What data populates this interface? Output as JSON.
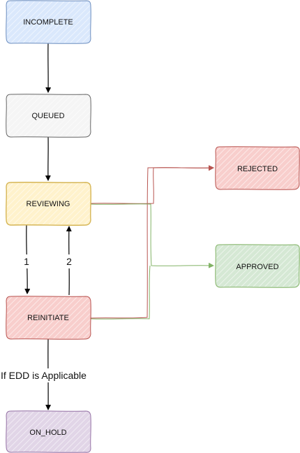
{
  "diagram": {
    "nodes": {
      "incomplete": {
        "label": "INCOMPLETE",
        "fill": "#dae8fc",
        "stroke": "#6c8ebf"
      },
      "queued": {
        "label": "QUEUED",
        "fill": "#f5f5f5",
        "stroke": "#666666"
      },
      "reviewing": {
        "label": "REVIEWING",
        "fill": "#fff2cc",
        "stroke": "#d6b656"
      },
      "reinitiate": {
        "label": "REINITIATE",
        "fill": "#f8cecc",
        "stroke": "#b85450"
      },
      "on_hold": {
        "label": "ON_HOLD",
        "fill": "#e1d5e7",
        "stroke": "#9673a6"
      },
      "rejected": {
        "label": "REJECTED",
        "fill": "#f8cecc",
        "stroke": "#b85450"
      },
      "approved": {
        "label": "APPROVED",
        "fill": "#d5e8d4",
        "stroke": "#82b366"
      }
    },
    "edge_labels": {
      "reviewing_to_reinitiate": "1",
      "reinitiate_to_reviewing": "2",
      "reinitiate_to_on_hold": "If EDD is Applicable"
    },
    "colors": {
      "arrow_default": "#000000",
      "arrow_rejected": "#b85450",
      "arrow_approved": "#82b366"
    }
  }
}
